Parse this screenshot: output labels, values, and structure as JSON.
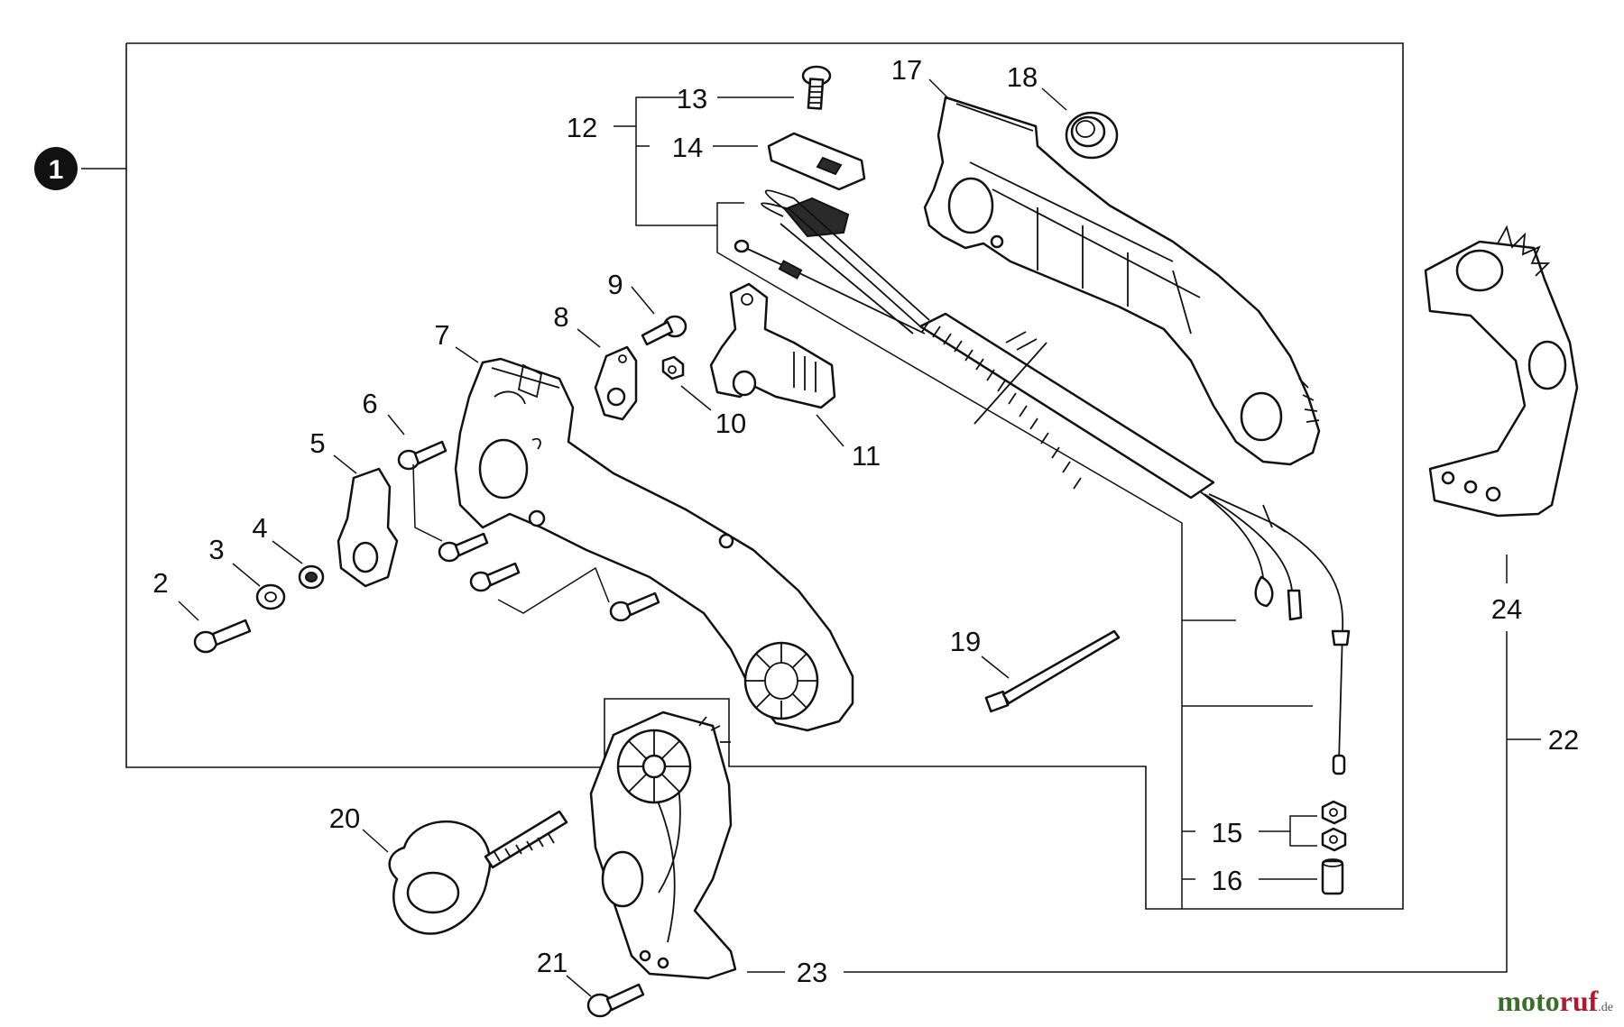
{
  "assembly_marker": "1",
  "callouts": [
    "2",
    "3",
    "4",
    "5",
    "6",
    "7",
    "8",
    "9",
    "10",
    "11",
    "12",
    "13",
    "14",
    "15",
    "16",
    "17",
    "18",
    "19",
    "20",
    "21",
    "22",
    "23",
    "24"
  ],
  "watermark": {
    "a": "moto",
    "b": "ruf",
    "c": ".de"
  }
}
